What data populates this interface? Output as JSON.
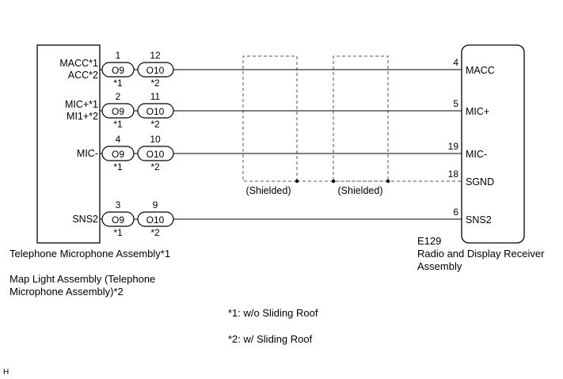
{
  "left_component": {
    "name": "Telephone Microphone Assembly*1",
    "alt_name_line1": "Map Light Assembly (Telephone",
    "alt_name_line2": "Microphone Assembly)*2"
  },
  "right_component": {
    "code": "E129",
    "name_line1": "Radio and Display Receiver",
    "name_line2": "Assembly"
  },
  "circuits": [
    {
      "label_line1": "MACC*1",
      "label_line2": "ACC*2",
      "pin_a": "1",
      "conn_a": "O9",
      "note_a": "*1",
      "pin_b": "12",
      "conn_b": "O10",
      "note_b": "*2",
      "right_pin": "4",
      "right_label": "MACC"
    },
    {
      "label_line1": "MIC+*1",
      "label_line2": "MI1+*2",
      "pin_a": "2",
      "conn_a": "O9",
      "note_a": "*1",
      "pin_b": "11",
      "conn_b": "O10",
      "note_b": "*2",
      "right_pin": "5",
      "right_label": "MIC+"
    },
    {
      "label_line1": "MIC-",
      "label_line2": "",
      "pin_a": "4",
      "conn_a": "O9",
      "note_a": "*1",
      "pin_b": "10",
      "conn_b": "O10",
      "note_b": "*2",
      "right_pin": "19",
      "right_label": "MIC-"
    },
    {
      "label_line1": "SNS2",
      "label_line2": "",
      "pin_a": "3",
      "conn_a": "O9",
      "note_a": "*1",
      "pin_b": "9",
      "conn_b": "O10",
      "note_b": "*2",
      "right_pin": "6",
      "right_label": "SNS2"
    }
  ],
  "ground": {
    "right_pin": "18",
    "right_label": "SGND"
  },
  "shields": [
    {
      "label": "(Shielded)"
    },
    {
      "label": "(Shielded)"
    }
  ],
  "notes": {
    "note1": "*1: w/o Sliding Roof",
    "note2": "*2: w/ Sliding Roof"
  },
  "corner_mark": "H",
  "colors": {
    "line": "#000000",
    "shield_line": "#555555",
    "background": "#ffffff"
  }
}
